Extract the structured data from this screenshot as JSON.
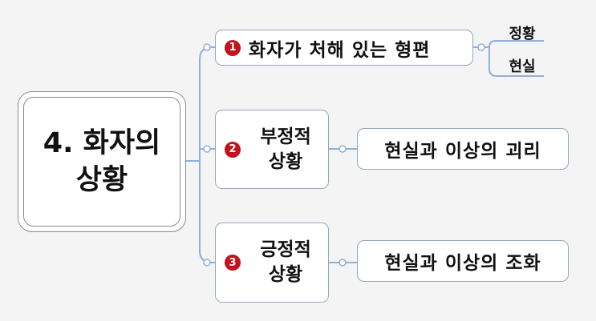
{
  "root": {
    "title": "4. 화자의 상황"
  },
  "branches": [
    {
      "number": "1",
      "label": "화자가 처해 있는 형편",
      "children": [
        "정황",
        "현실"
      ]
    },
    {
      "number": "2",
      "label": "부정적 상황",
      "detail": "현실과 이상의 괴리"
    },
    {
      "number": "3",
      "label": "긍정적 상황",
      "detail": "현실과 이상의 조화"
    }
  ],
  "colors": {
    "connector": "#8fb0de",
    "number_badge": "#c2121c",
    "box_border": "#97a6be"
  }
}
